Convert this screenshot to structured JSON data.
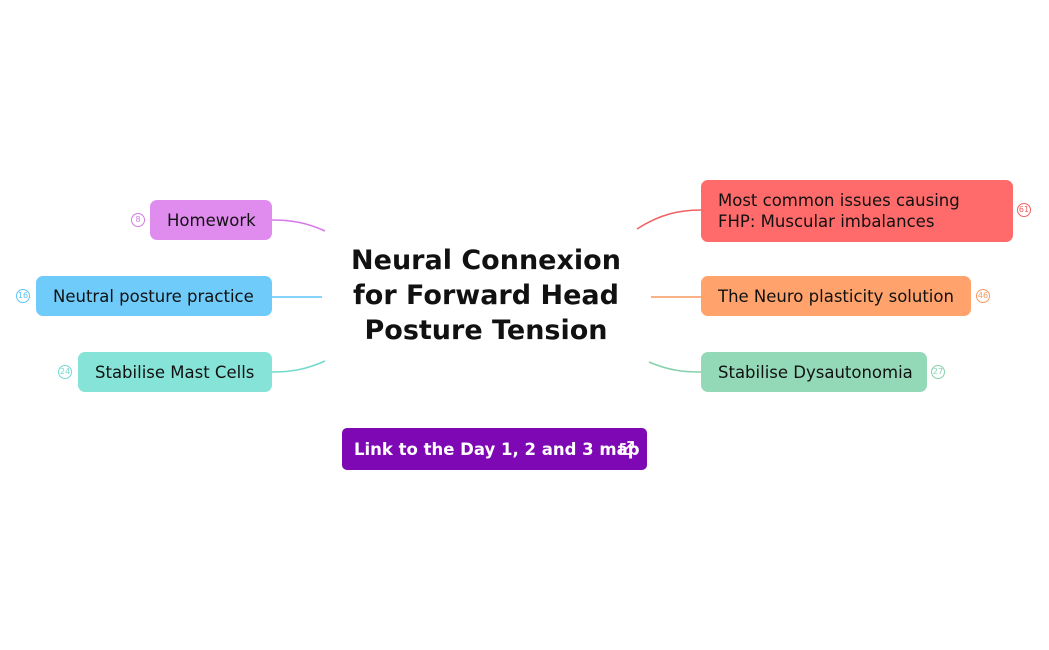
{
  "central_topic": {
    "lines": [
      "Neural Connexion",
      "for Forward Head",
      "Posture Tension"
    ]
  },
  "left_branches": [
    {
      "label": "Homework",
      "count": "8",
      "color": "#e08cee",
      "line_color": "#d778e8"
    },
    {
      "label": "Neutral posture practice",
      "count": "16",
      "color": "#6fcbfa",
      "line_color": "#5ec3f7"
    },
    {
      "label": "Stabilise Mast Cells",
      "count": "24",
      "color": "#86e3d8",
      "line_color": "#73d9cd"
    }
  ],
  "right_branches": [
    {
      "label": "Most common issues causing FHP: Muscular imbalances",
      "count": "61",
      "color": "#ff6b6b",
      "line_color": "#f06262"
    },
    {
      "label": "The Neuro plasticity solution",
      "count": "46",
      "color": "#ffa26b",
      "line_color": "#f7995f"
    },
    {
      "label": "Stabilise Dysautonomia",
      "count": "27",
      "color": "#93d9b7",
      "line_color": "#86d1ac"
    }
  ],
  "link_button": {
    "label": "Link to the Day 1, 2 and 3 map",
    "color": "#7e09b4",
    "icon": "external-link-icon"
  }
}
